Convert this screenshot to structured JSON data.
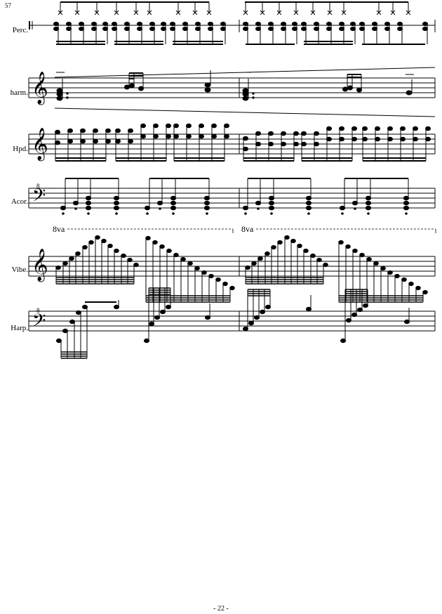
{
  "score": {
    "measure_number": "57",
    "page_number": "- 22 -",
    "instruments": [
      "Perc.",
      "harm.",
      "Hpd.",
      "Acor.",
      "Vibe.",
      "Harp."
    ],
    "octave_marks": [
      "8va",
      "8va"
    ],
    "clef_octave": "8"
  }
}
